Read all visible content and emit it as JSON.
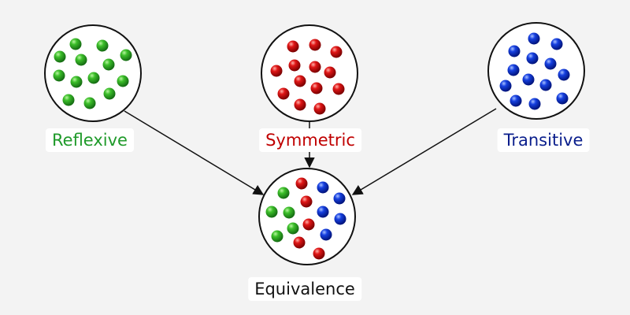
{
  "colors": {
    "reflexive": "#2aa52a",
    "symmetric": "#d80e0e",
    "transitive": "#0d2fd0",
    "equivalence": "#111111",
    "reflexive_label": "#1f9a2a",
    "symmetric_label": "#c00000",
    "transitive_label": "#0a1e8c",
    "equivalence_label": "#111111"
  },
  "nodes": {
    "reflexive": {
      "label": "Reflexive"
    },
    "symmetric": {
      "label": "Symmetric"
    },
    "transitive": {
      "label": "Transitive"
    },
    "equivalence": {
      "label": "Equivalence"
    }
  }
}
